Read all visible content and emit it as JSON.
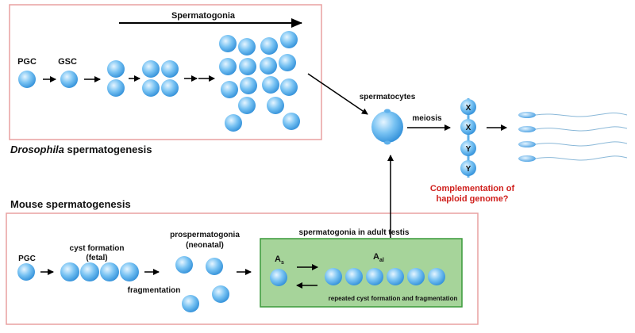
{
  "drosophila": {
    "spermatogonia_label": "Spermatogonia",
    "pgc_label": "PGC",
    "gsc_label": "GSC",
    "section_title_italic": "Drosophila",
    "section_title_rest": " spermatogenesis"
  },
  "center": {
    "spermatocytes_label": "spermatocytes",
    "meiosis_label": "meiosis",
    "chromosomes": [
      "X",
      "X",
      "Y",
      "Y"
    ],
    "question_line1": "Complementation of",
    "question_line2": "haploid genome?"
  },
  "mouse": {
    "section_title": "Mouse spermatogenesis",
    "pgc_label": "PGC",
    "cyst_line1": "cyst formation",
    "cyst_line2": "(fetal)",
    "prosperm_line1": "prospermatogonia",
    "prosperm_line2": "(neonatal)",
    "fragmentation_label": "fragmentation",
    "adult_title": "spermatogonia in adult testis",
    "as_base": "A",
    "as_sub": "s",
    "aal_base": "A",
    "aal_sub": "al",
    "adult_caption": "repeated cyst formation and fragmentation"
  },
  "colors": {
    "box_border": "#e8a0a0",
    "green_fill": "#a6d49a",
    "green_border": "#3a9a3a",
    "red_text": "#d0201d"
  }
}
